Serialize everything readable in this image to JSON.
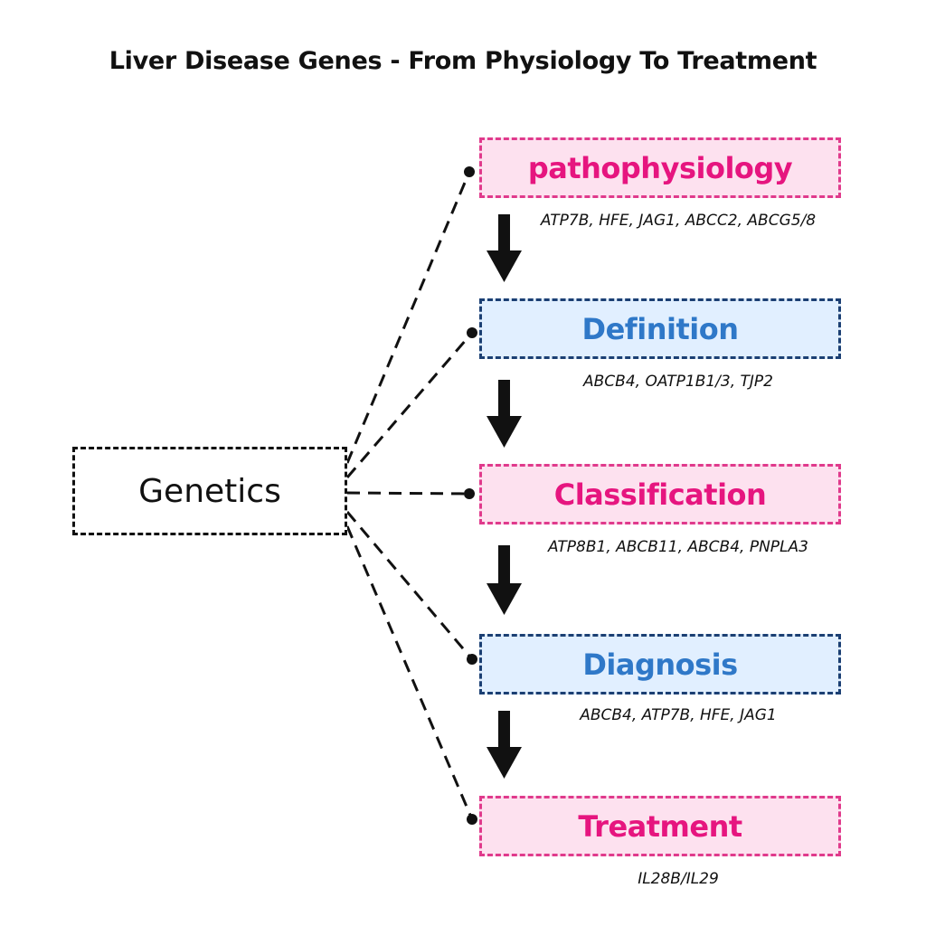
{
  "title": "Liver Disease Genes - From Physiology To Treatment",
  "source": {
    "label": "Genetics"
  },
  "stages": [
    {
      "label": "pathophysiology",
      "genes": "ATP7B, HFE, JAG1, ABCC2, ABCG5/8",
      "style": "pink"
    },
    {
      "label": "Definition",
      "genes": "ABCB4, OATP1B1/3, TJP2",
      "style": "blue"
    },
    {
      "label": "Classification",
      "genes": "ATP8B1, ABCB11, ABCB4, PNPLA3",
      "style": "pink"
    },
    {
      "label": "Diagnosis",
      "genes": "ABCB4, ATP7B, HFE, JAG1",
      "style": "blue"
    },
    {
      "label": "Treatment",
      "genes": "IL28B/IL29",
      "style": "pink"
    }
  ],
  "colors": {
    "pink_fill": "#fde1ef",
    "pink_border": "#e03a8c",
    "pink_text": "#e6157f",
    "blue_fill": "#e1efff",
    "blue_border": "#1b3f73",
    "blue_text": "#2f78c8",
    "line": "#111111"
  }
}
